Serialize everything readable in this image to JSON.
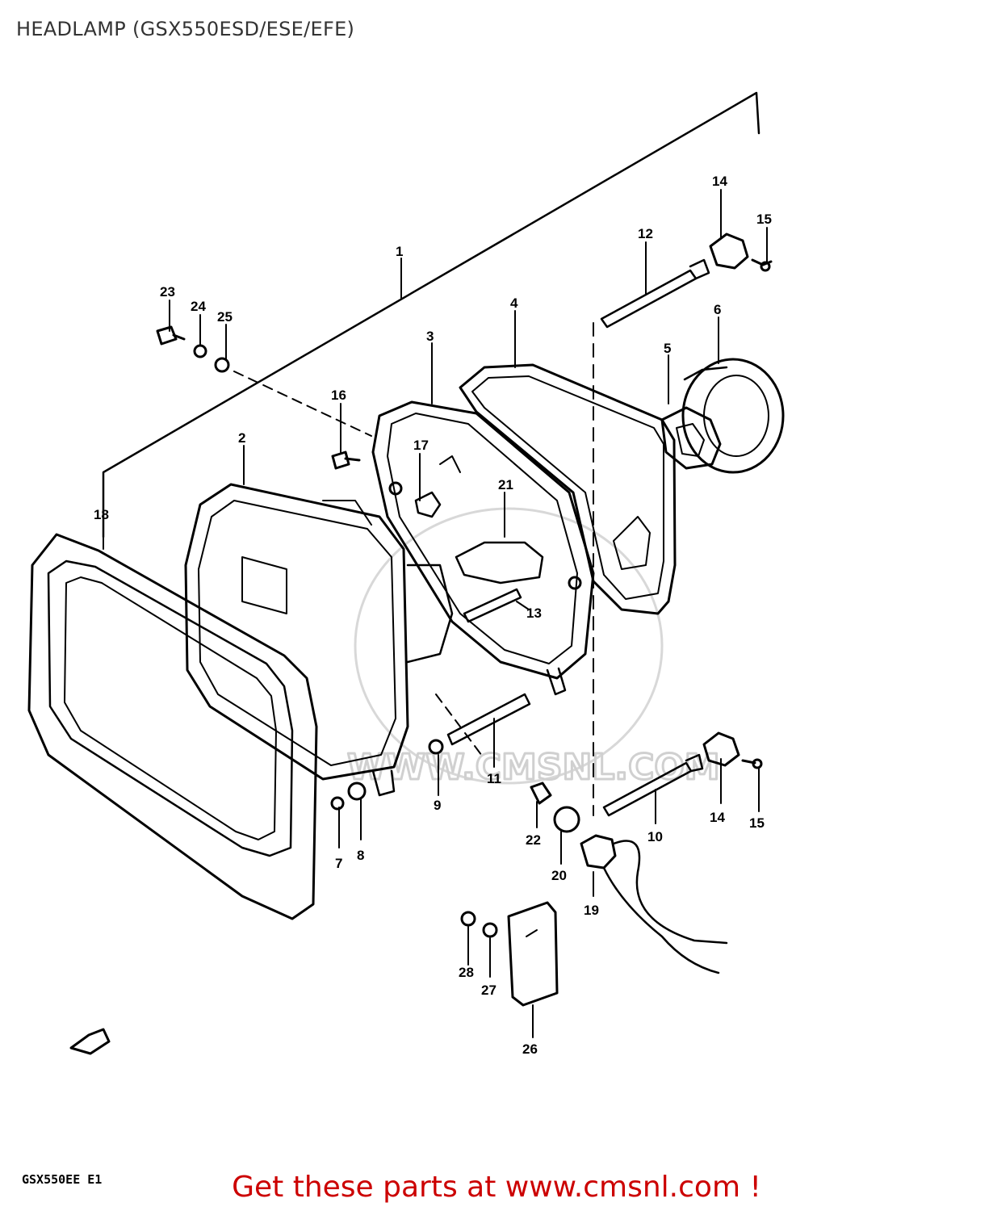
{
  "header": {
    "title": "HEADLAMP (GSX550ESD/ESE/EFE)"
  },
  "parts": [
    "1",
    "2",
    "3",
    "4",
    "5",
    "6",
    "7",
    "8",
    "9",
    "10",
    "11",
    "12",
    "13",
    "14",
    "15",
    "16",
    "17",
    "18",
    "19",
    "20",
    "21",
    "22",
    "23",
    "24",
    "25",
    "26",
    "27",
    "28"
  ],
  "model_code": "GSX550EE E1",
  "watermark": "WWW.CMSNL.COM",
  "footer": {
    "promo": "Get these parts at www.cmsnl.com !"
  }
}
